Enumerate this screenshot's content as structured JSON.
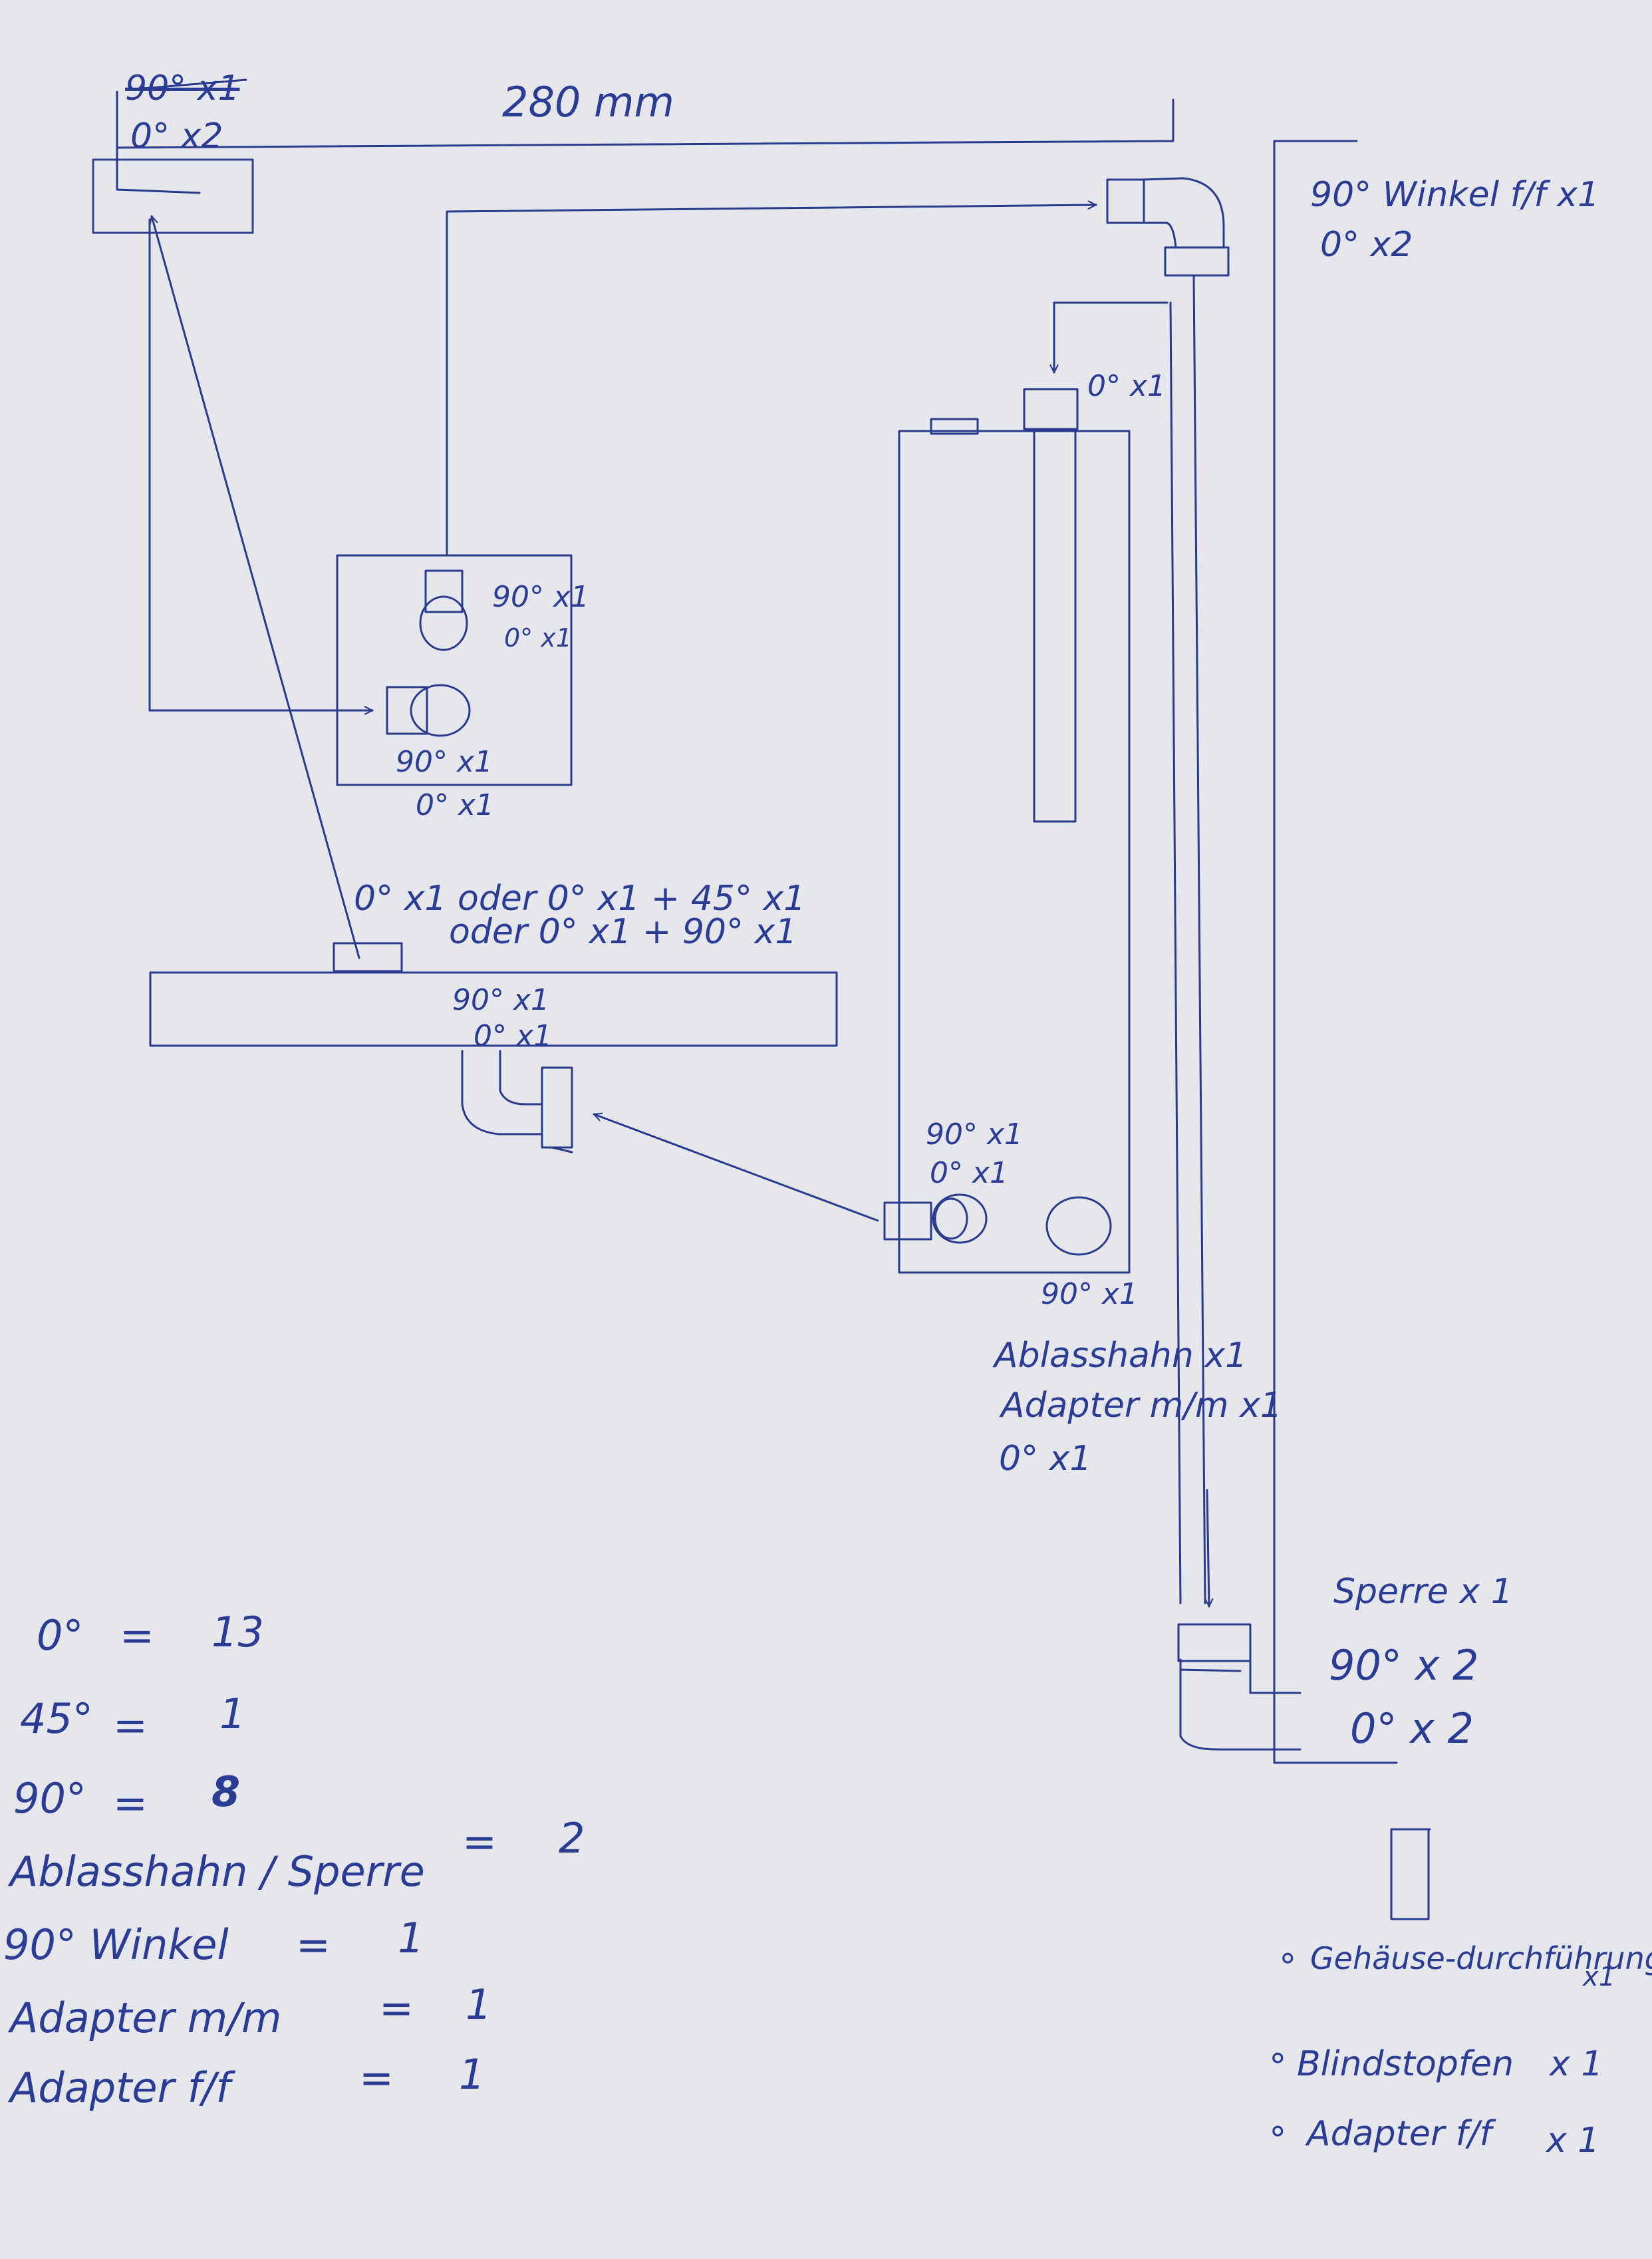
{
  "dimension": "280 mm",
  "top_left_note": {
    "struck": "90° x1",
    "line": "0° x2"
  },
  "top_right_elbow_note": {
    "line1": "90° Winkel f/f x1",
    "line2": "0° x2"
  },
  "inlet_note": "0° x1",
  "left_box": {
    "top_fitting": {
      "line1": "90° x1",
      "line2": "0° x1"
    },
    "side_fitting": {
      "line1": "90° x1",
      "line2": "0° x1"
    }
  },
  "shelf_options": {
    "line1": "0° x1  oder  0° x1 + 45° x1",
    "line2": "oder  0° x1 + 90° x1"
  },
  "shelf_fitting": {
    "line1": "90° x1",
    "line2": "0° x1"
  },
  "tank": {
    "outlet_fitting": {
      "line1": "90° x1",
      "line2": "0° x1"
    },
    "bottom_fitting": "90° x1",
    "drain": {
      "line1": "Ablasshahn x1",
      "line2": "Adapter m/m x1",
      "line3": "0° x1"
    }
  },
  "bottom_right_fitting": {
    "line1": "Sperre x 1",
    "line2": "90° x 2",
    "line3": "0° x 2"
  },
  "totals": [
    {
      "label": "0°",
      "eq": "=",
      "value": "13"
    },
    {
      "label": "45°",
      "eq": "=",
      "value": "1"
    },
    {
      "label": "90°",
      "eq": "=",
      "value": "8"
    },
    {
      "label": "Ablasshahn / Sperre",
      "eq": "=",
      "value": "2"
    },
    {
      "label": "90° Winkel",
      "eq": "=",
      "value": "1"
    },
    {
      "label": "Adapter m/m",
      "eq": "=",
      "value": "1"
    },
    {
      "label": "Adapter f/f",
      "eq": "=",
      "value": "1"
    }
  ],
  "extras": [
    {
      "bullet": "∘",
      "label": "Gehäuse-durchführung",
      "qty": "x1"
    },
    {
      "bullet": "∘",
      "label": "Blindstopfen",
      "qty": "x 1"
    },
    {
      "bullet": "∘",
      "label": "Adapter f/f",
      "qty": "x 1"
    }
  ]
}
